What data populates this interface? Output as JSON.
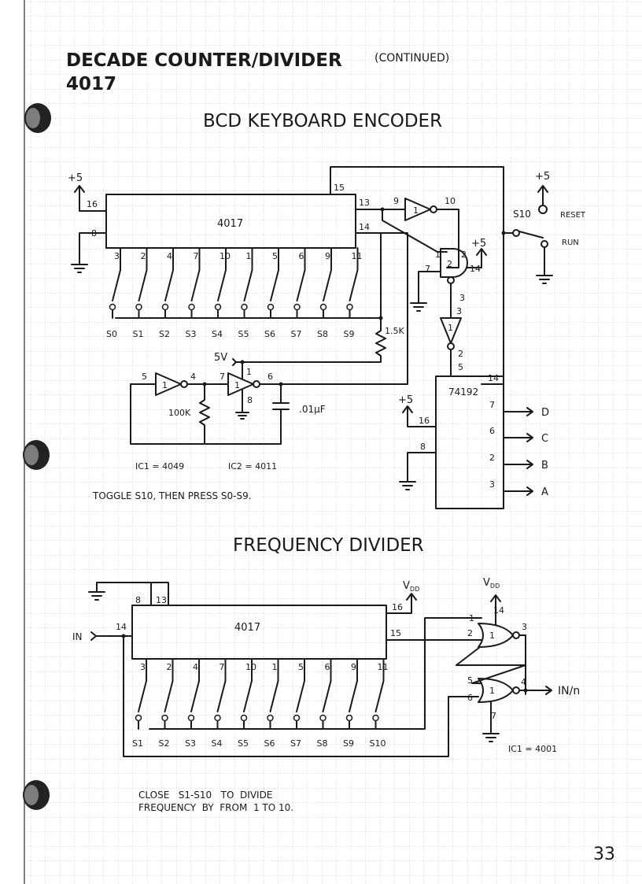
{
  "page": {
    "title": "DECADE COUNTER/DIVIDER",
    "continued": "(CONTINUED)",
    "part": "4017",
    "page_number": "33"
  },
  "bcd": {
    "heading": "BCD KEYBOARD ENCODER",
    "ic_4017": "4017",
    "ic_74192": "74192",
    "vplus": "+5",
    "vplus2": "+5",
    "vplus3": "+5",
    "vplus4": "+5",
    "v5": "5V",
    "pins_4017": {
      "p16": "16",
      "p8": "8",
      "p15": "15",
      "p13": "13",
      "p14": "14"
    },
    "outputs_top": [
      "3",
      "2",
      "4",
      "7",
      "10",
      "1",
      "5",
      "6",
      "9",
      "11"
    ],
    "switches": [
      "S0",
      "S1",
      "S2",
      "S3",
      "S4",
      "S5",
      "S6",
      "S7",
      "S8",
      "S9"
    ],
    "res_15k": "1.5K",
    "res_100k": "100K",
    "cap": ".01µF",
    "s10": "S10",
    "reset": "RESET",
    "run": "RUN",
    "inv1": {
      "label": "1",
      "in": "9",
      "out": "10"
    },
    "nand": {
      "label": "2",
      "a": "1",
      "b": "2",
      "gnd": "7",
      "vcc": "14",
      "out": "3"
    },
    "inv2": {
      "label": "1",
      "in": "3",
      "out": "2"
    },
    "osc_inv_a": {
      "label": "1",
      "in": "5",
      "out": "4"
    },
    "osc_inv_b": {
      "label": "1",
      "in": "7",
      "out": "6",
      "pin1": "1",
      "pin8": "8"
    },
    "pins_74192": {
      "p5": "5",
      "p14": "14",
      "p16": "16",
      "p8": "8",
      "p7": "7",
      "p6": "6",
      "p2": "2",
      "p3": "3"
    },
    "outputs": [
      "D",
      "C",
      "B",
      "A"
    ],
    "ic_note1": "IC1 = 4049",
    "ic_note2": "IC2 = 4011",
    "instruction": "TOGGLE S10, THEN PRESS S0-S9."
  },
  "freq": {
    "heading": "FREQUENCY DIVIDER",
    "ic_4017": "4017",
    "vdd": "V",
    "vdd_sub": "DD",
    "pins": {
      "p8": "8",
      "p13": "13",
      "p14": "14",
      "p16": "16",
      "p15": "15"
    },
    "in_label": "IN",
    "outputs_top": [
      "3",
      "2",
      "4",
      "7",
      "10",
      "1",
      "5",
      "6",
      "9",
      "11"
    ],
    "switches": [
      "S1",
      "S2",
      "S3",
      "S4",
      "S5",
      "S6",
      "S7",
      "S8",
      "S9",
      "S10"
    ],
    "nor1": {
      "label": "1",
      "a": "1",
      "b": "2",
      "out": "3",
      "vcc": "14"
    },
    "nor2": {
      "label": "1",
      "a": "5",
      "b": "6",
      "out": "4",
      "gnd": "7"
    },
    "out_label": "IN/n",
    "ic_note": "IC1 = 4001",
    "note_line1": "CLOSE   S1-S10   TO  DIVIDE",
    "note_line2": "FREQUENCY  BY  FROM  1 TO 10."
  }
}
